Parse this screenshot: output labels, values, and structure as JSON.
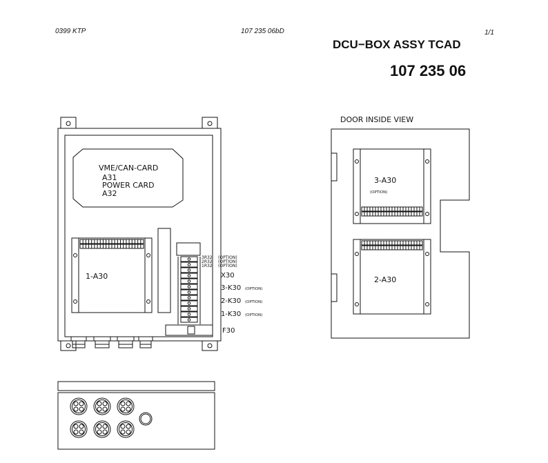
{
  "header": {
    "left": "0399 KTP",
    "center": "107 235 06bD",
    "right": "1/1"
  },
  "title": {
    "line1": "DCU−BOX ASSY TCAD",
    "line2": "107 235 06"
  },
  "left_box": {
    "card_text": [
      "VME/CAN-CARD",
      "A31",
      "POWER CARD",
      "A32"
    ],
    "module_1": "1-A30",
    "relay_labels": [
      {
        "name": "3R32",
        "note": "(OPTION)"
      },
      {
        "name": "2R32",
        "note": "(OPTION)"
      },
      {
        "name": "1R32",
        "note": "(OPTION)"
      }
    ],
    "x30": "X30",
    "k30_labels": [
      {
        "name": "3-K30",
        "note": "(OPTION)"
      },
      {
        "name": "2-K30",
        "note": "(OPTION)"
      },
      {
        "name": "1-K30",
        "note": "(OPTION)"
      }
    ],
    "f30": "F30"
  },
  "door_view": {
    "title": "DOOR INSIDE VIEW",
    "module_3": "3-A30",
    "module_3_note": "(OPTION)",
    "module_2": "2-A30"
  }
}
